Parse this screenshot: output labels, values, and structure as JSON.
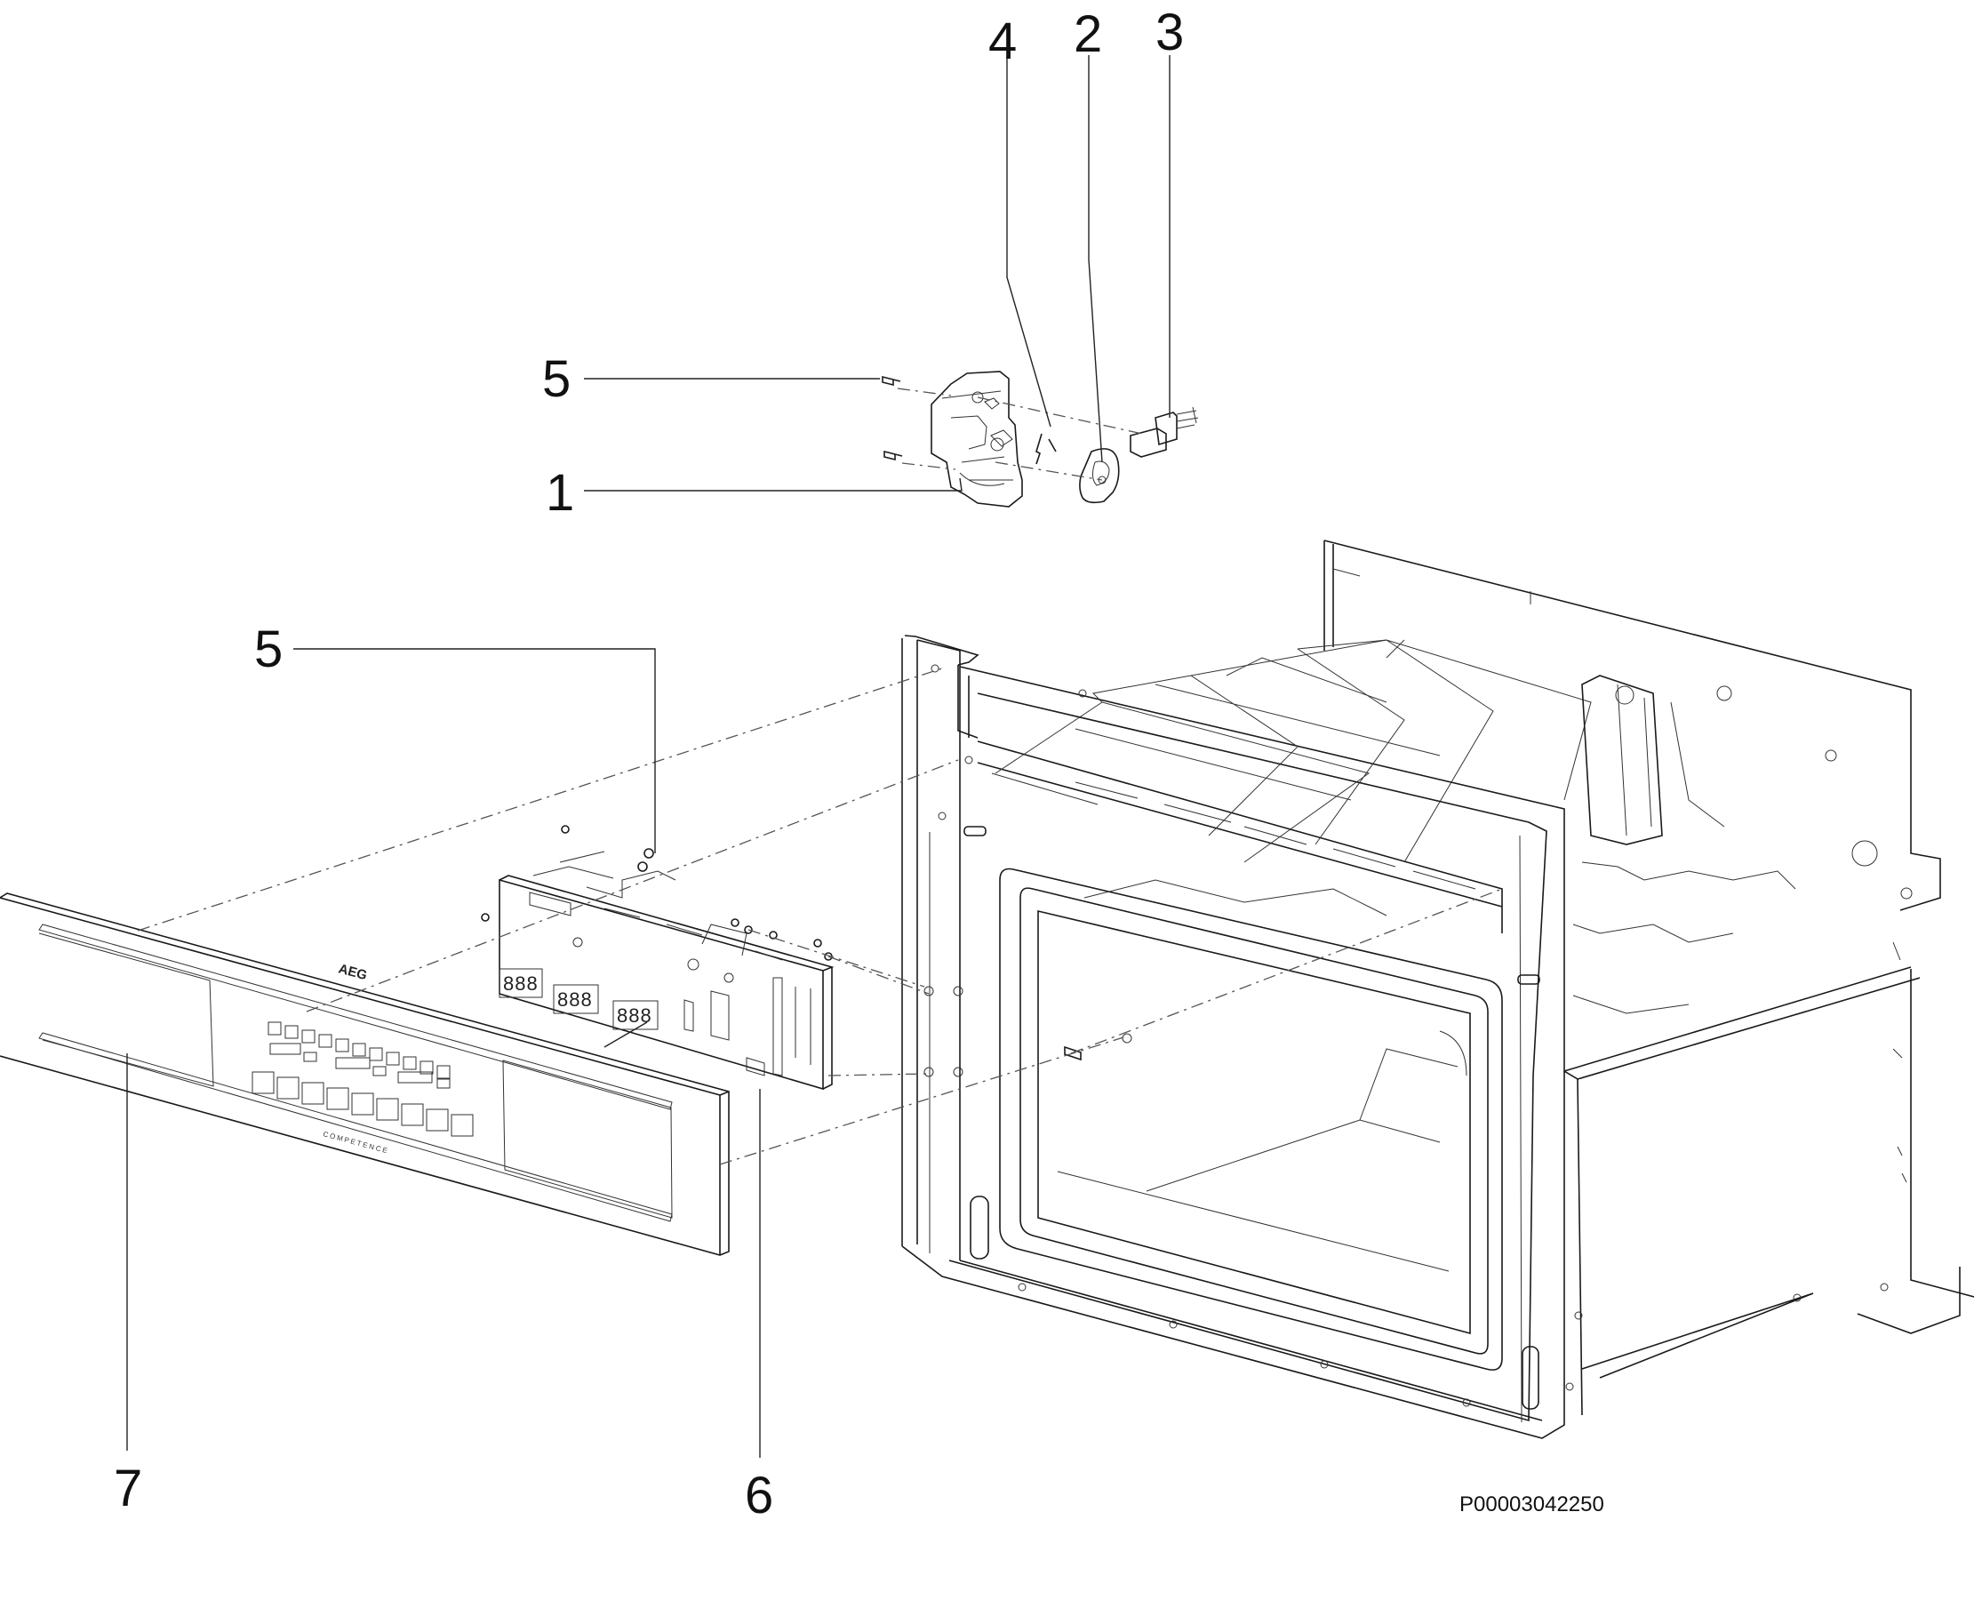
{
  "diagram": {
    "callouts": [
      {
        "id": "c4",
        "label": "4"
      },
      {
        "id": "c2",
        "label": "2"
      },
      {
        "id": "c3",
        "label": "3"
      },
      {
        "id": "c5a",
        "label": "5"
      },
      {
        "id": "c1",
        "label": "1"
      },
      {
        "id": "c5b",
        "label": "5"
      },
      {
        "id": "c7",
        "label": "7"
      },
      {
        "id": "c6",
        "label": "6"
      }
    ],
    "panel_brand": "AEG",
    "panel_series": "COMPETENCE",
    "display_digits": "888",
    "drawing_code": "P00003042250"
  }
}
